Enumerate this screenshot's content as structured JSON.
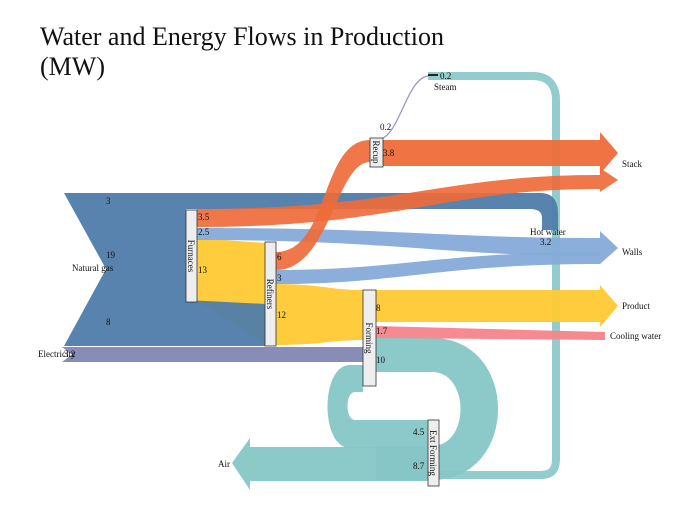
{
  "title": {
    "line1": "Water and Energy Flows in Production",
    "line2": "(MW)"
  },
  "colors": {
    "natural_gas": "#4f7caa",
    "electricity": "#7d7fb0",
    "furnaces_stack": "#ef6b3a",
    "refiners": "#ffc933",
    "walls": "#85abd8",
    "water": "#86c6c6",
    "cooling_water": "#f5848a",
    "steam": "#9d8cc8"
  },
  "nodes": {
    "furnaces": "Furnaces",
    "refiners": "Refiners",
    "recup": "Recup",
    "forming": "Forming",
    "ext_forming": "Ext Forming"
  },
  "labels": {
    "natural_gas": "Natural gas",
    "electricity": "Electricity",
    "steam": "Steam",
    "stack": "Stack",
    "hot_water": "Hot water",
    "walls": "Walls",
    "product": "Product",
    "cooling_water": "Cooling water",
    "air": "Air"
  },
  "values": {
    "gas_hotwater": "3",
    "gas_furnaces": "19",
    "gas_refiners": "8",
    "electricity": "3.2",
    "steam": "0.2",
    "recup_in": "0.2",
    "recup_out": "3.8",
    "furnaces_stack": "3.5",
    "furnaces_walls": "2.5",
    "furnaces_refiners": "13",
    "refiners_recup": "6",
    "refiners_walls": "3",
    "refiners_forming": "12",
    "forming_product": "8",
    "forming_cooling": "1.7",
    "forming_water": "10",
    "hot_water": "3.2",
    "ext_in": "4.5",
    "ext_out": "8.7"
  }
}
